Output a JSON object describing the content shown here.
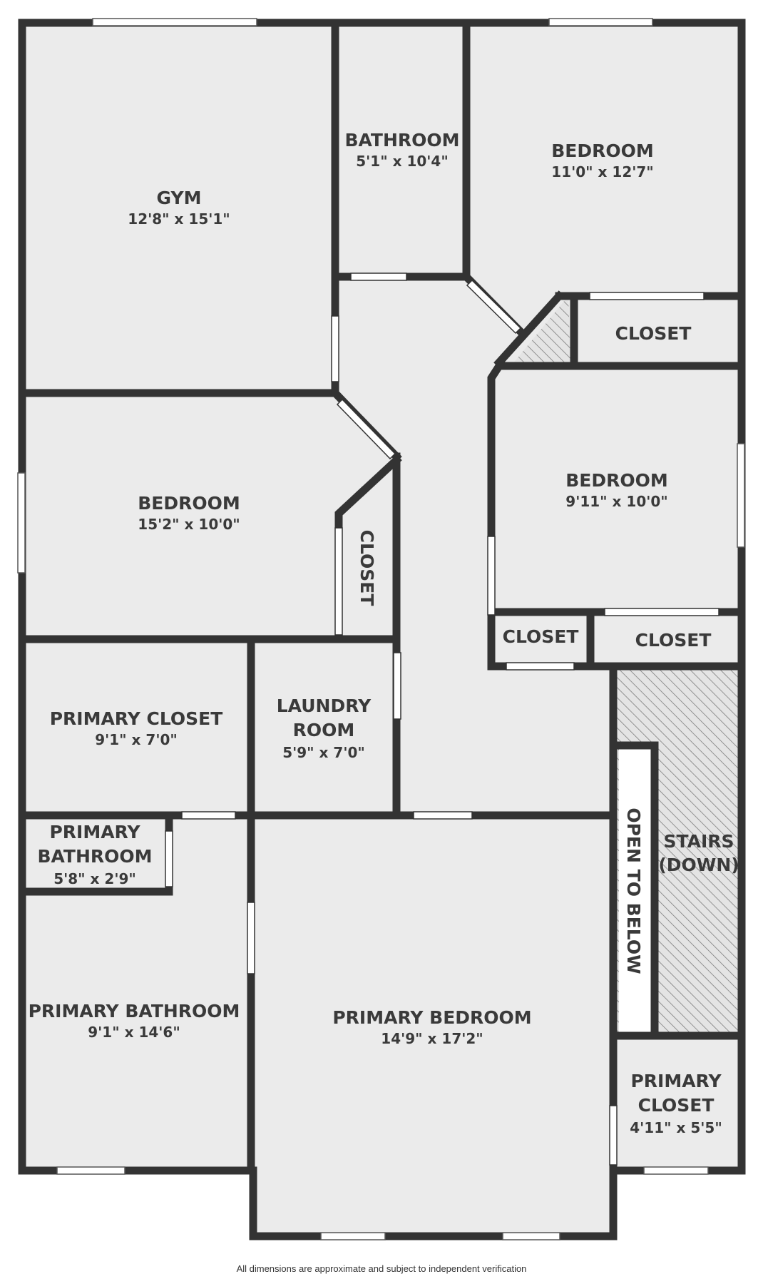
{
  "rooms": {
    "gym": {
      "name": "GYM",
      "dim": "12'8\" x 15'1\""
    },
    "bathroom": {
      "name": "BATHROOM",
      "dim": "5'1\" x 10'4\""
    },
    "bedroom_top_right": {
      "name": "BEDROOM",
      "dim": "11'0\" x 12'7\""
    },
    "closet_top_right": {
      "name": "CLOSET"
    },
    "bedroom_left": {
      "name": "BEDROOM",
      "dim": "15'2\" x 10'0\""
    },
    "closet_vertical": {
      "name": "CLOSET"
    },
    "bedroom_mid_right": {
      "name": "BEDROOM",
      "dim": "9'11\" x 10'0\""
    },
    "closet_small": {
      "name": "CLOSET"
    },
    "closet_right": {
      "name": "CLOSET"
    },
    "primary_closet_left": {
      "name": "PRIMARY CLOSET",
      "dim": "9'1\" x 7'0\""
    },
    "laundry": {
      "name_line1": "LAUNDRY",
      "name_line2": "ROOM",
      "dim": "5'9\" x 7'0\""
    },
    "primary_bath_small": {
      "name_line1": "PRIMARY",
      "name_line2": "BATHROOM",
      "dim": "5'8\" x 2'9\""
    },
    "primary_bathroom": {
      "name": "PRIMARY BATHROOM",
      "dim": "9'1\" x 14'6\""
    },
    "primary_bedroom": {
      "name": "PRIMARY BEDROOM",
      "dim": "14'9\" x 17'2\""
    },
    "open_to_below": {
      "name": "OPEN TO BELOW"
    },
    "stairs": {
      "name_line1": "STAIRS",
      "name_line2": "(DOWN)"
    },
    "primary_closet_right": {
      "name_line1": "PRIMARY",
      "name_line2": "CLOSET",
      "dim": "4'11\" x 5'5\""
    }
  },
  "footer_note": "All dimensions are approximate and subject to independent verification",
  "colors": {
    "wall": "#333333",
    "floor": "#ebebeb",
    "text": "#3a3a3a"
  }
}
